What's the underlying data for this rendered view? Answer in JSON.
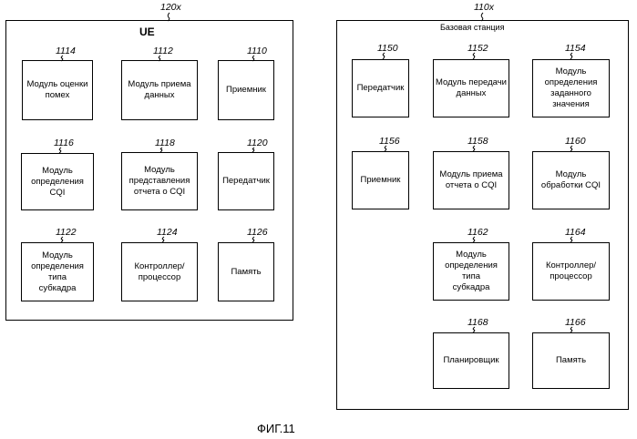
{
  "ue": {
    "ref": "120x",
    "title": "UE",
    "modules": [
      {
        "ref": "1114",
        "label": "Модуль оценки\nпомех"
      },
      {
        "ref": "1112",
        "label": "Модуль приема\nданных"
      },
      {
        "ref": "1110",
        "label": "Приемник"
      },
      {
        "ref": "1116",
        "label": "Модуль\nопределения CQI"
      },
      {
        "ref": "1118",
        "label": "Модуль\nпредставления\nотчета о CQI"
      },
      {
        "ref": "1120",
        "label": "Передатчик"
      },
      {
        "ref": "1122",
        "label": "Модуль\nопределения типа\nсубкадра"
      },
      {
        "ref": "1124",
        "label": "Контроллер/\nпроцессор"
      },
      {
        "ref": "1126",
        "label": "Память"
      }
    ]
  },
  "bs": {
    "ref": "110x",
    "title": "Базовая станция",
    "modules": [
      {
        "ref": "1150",
        "label": "Передатчик"
      },
      {
        "ref": "1152",
        "label": "Модуль передачи\nданных"
      },
      {
        "ref": "1154",
        "label": "Модуль\nопределения\nзаданного\nзначения"
      },
      {
        "ref": "1156",
        "label": "Приемник"
      },
      {
        "ref": "1158",
        "label": "Модуль приема\nотчета о CQI"
      },
      {
        "ref": "1160",
        "label": "Модуль\nобработки CQI"
      },
      {
        "ref": "1162",
        "label": "Модуль\nопределения типа\nсубкадра"
      },
      {
        "ref": "1164",
        "label": "Контроллер/\nпроцессор"
      },
      {
        "ref": "1168",
        "label": "Планировщик"
      },
      {
        "ref": "1166",
        "label": "Память"
      }
    ]
  },
  "figure_caption": "ФИГ.11"
}
